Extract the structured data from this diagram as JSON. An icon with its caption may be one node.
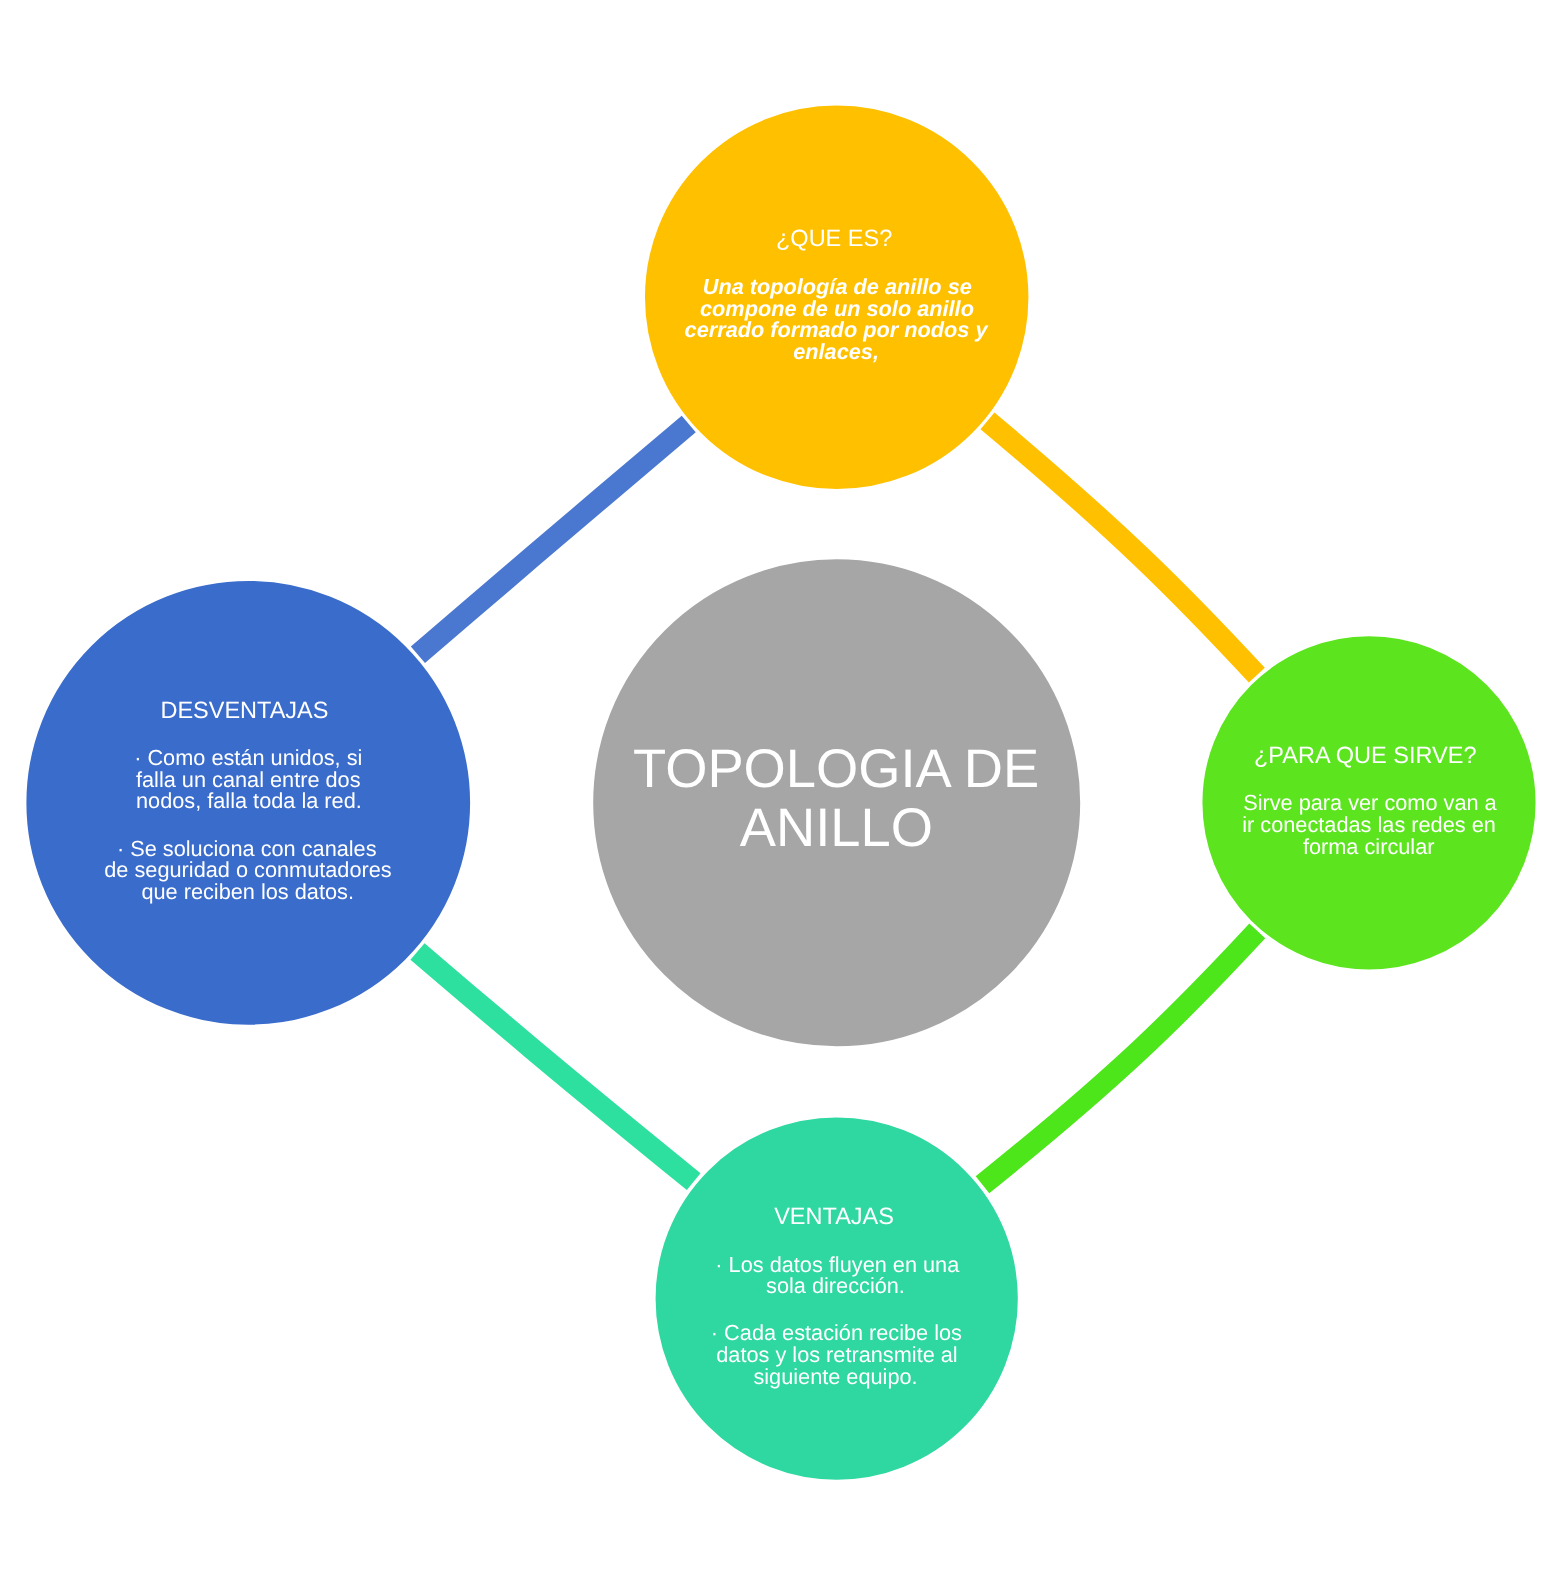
{
  "diagram": {
    "nodes": [
      {
        "text": [
          "TOPOLOGIA DE ANILLO"
        ]
      },
      {
        "text": [
          "¿QUE ES?",
          "Una topología de anillo se compone de un solo anillo cerrado formado por nodos y enlaces,"
        ]
      },
      {
        "text": [
          "¿PARA QUE SIRVE?",
          "Sirve para ver como van a ir conectadas las redes en forma circular"
        ]
      },
      {
        "text": [
          "VENTAJAS",
          "· Los datos fluyen en una sola dirección.",
          "· Cada estación recibe los datos y los retransmite al siguiente equipo."
        ]
      },
      {
        "text": [
          "DESVENTAJAS",
          "· Como están unidos, si falla un canal entre dos nodos, falla toda la red.",
          "· Se soluciona con canales de seguridad o conmutadores que reciben los datos."
        ]
      }
    ],
    "edges": [
      {
        "from": 1,
        "to": 2,
        "arrow": "none",
        "color": "#ffc000"
      },
      {
        "from": 2,
        "to": 3,
        "arrow": "none",
        "color": "#4ce61a"
      },
      {
        "from": 3,
        "to": 4,
        "arrow": "none",
        "color": "#2ee0a0"
      },
      {
        "from": 4,
        "to": 1,
        "arrow": "none",
        "color": "#4a78d0"
      }
    ]
  }
}
